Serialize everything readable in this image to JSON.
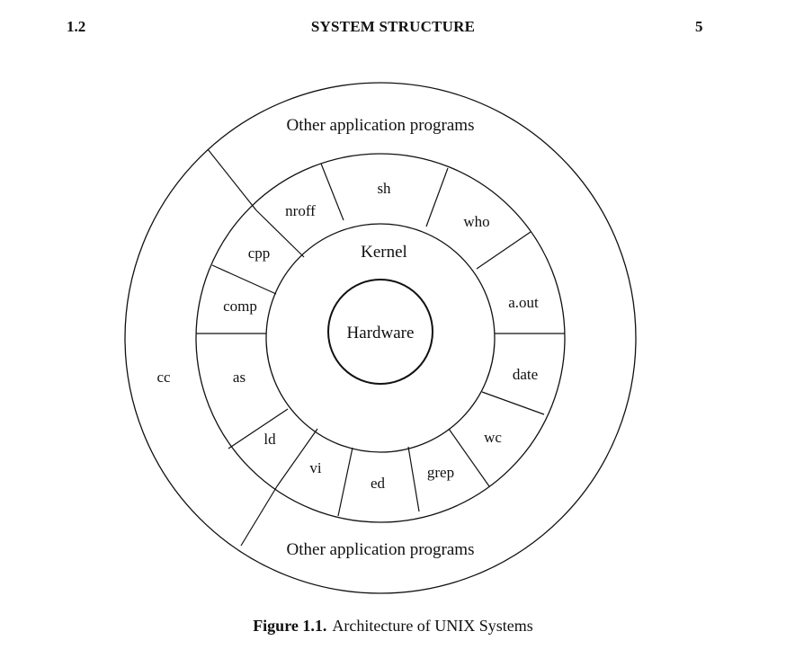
{
  "header": {
    "section": "1.2",
    "title": "SYSTEM STRUCTURE",
    "page_number": "5"
  },
  "diagram": {
    "core": "Hardware",
    "kernel": "Kernel",
    "inner_programs": [
      "sh",
      "who",
      "a.out",
      "date",
      "wc",
      "grep",
      "ed",
      "vi",
      "ld",
      "as",
      "comp",
      "cpp",
      "nroff"
    ],
    "outer_top": "Other application programs",
    "outer_bottom": "Other application programs",
    "outer_left": "cc"
  },
  "caption": {
    "label": "Figure 1.1.",
    "text": "Architecture of UNIX Systems"
  }
}
